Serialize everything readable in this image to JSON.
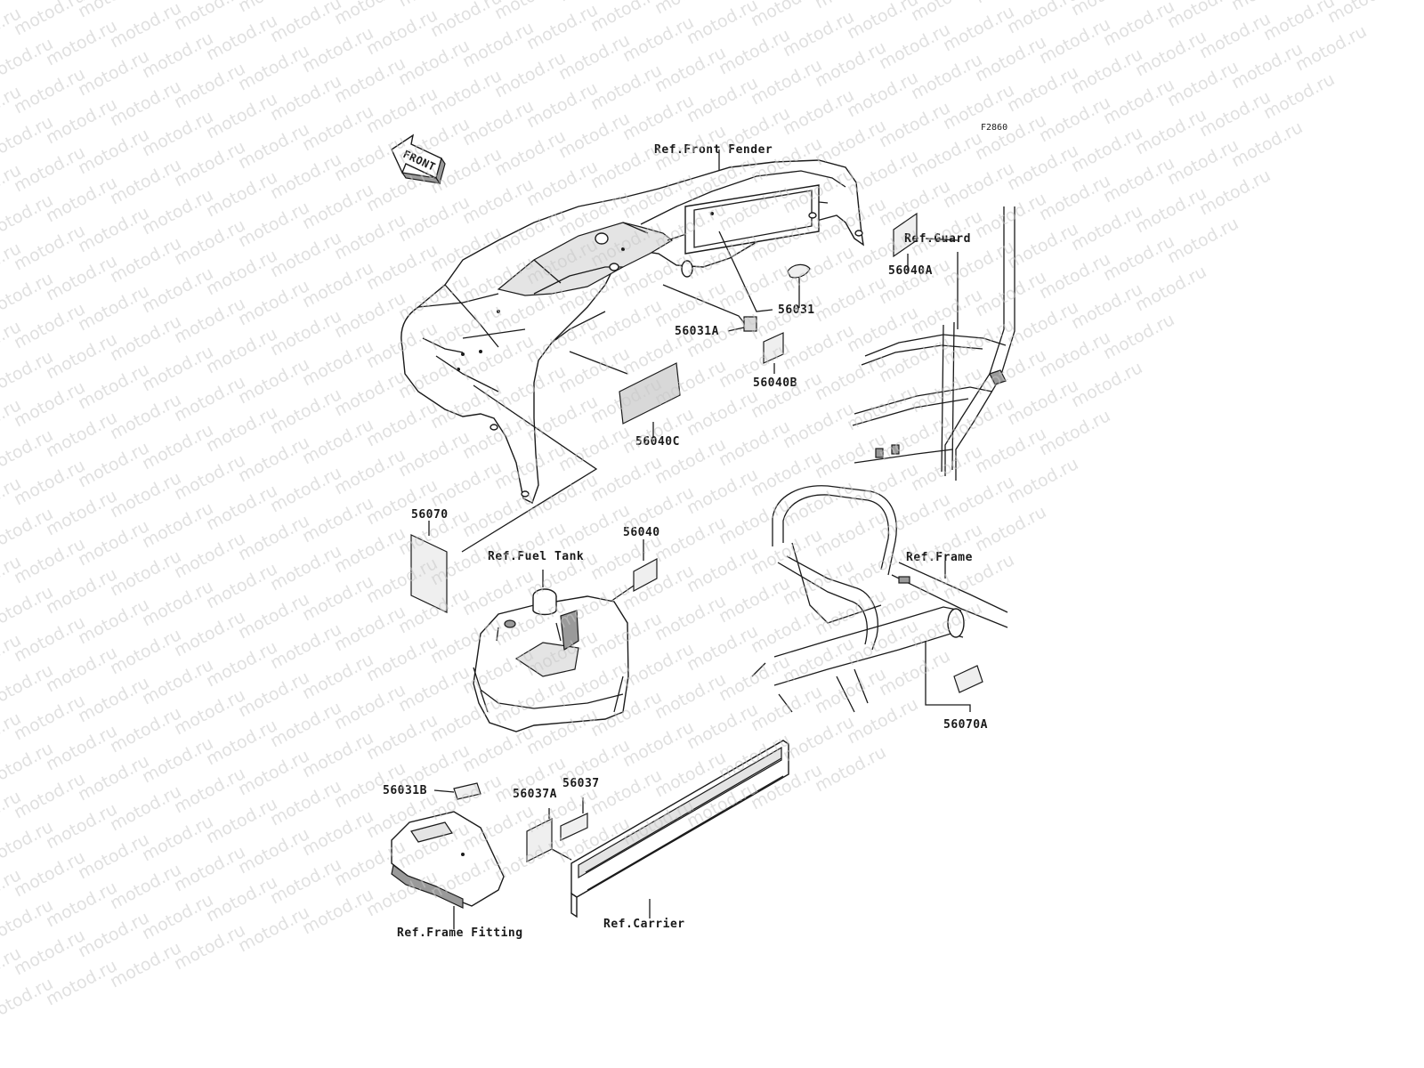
{
  "figure_code": "F2860",
  "direction_arrow": {
    "label": "FRONT",
    "icon": "front-arrow-icon"
  },
  "watermark": {
    "text": "motod.ru"
  },
  "reference_labels": {
    "front_fender": "Ref.Front Fender",
    "guard": "Ref.Guard",
    "fuel_tank": "Ref.Fuel Tank",
    "frame": "Ref.Frame",
    "frame_fitting": "Ref.Frame Fitting",
    "carrier": "Ref.Carrier"
  },
  "part_labels": {
    "p56031": "56031",
    "p56031A": "56031A",
    "p56031B": "56031B",
    "p56040": "56040",
    "p56040A": "56040A",
    "p56040B": "56040B",
    "p56040C": "56040C",
    "p56070": "56070",
    "p56070A": "56070A",
    "p56037": "56037",
    "p56037A": "56037A"
  }
}
